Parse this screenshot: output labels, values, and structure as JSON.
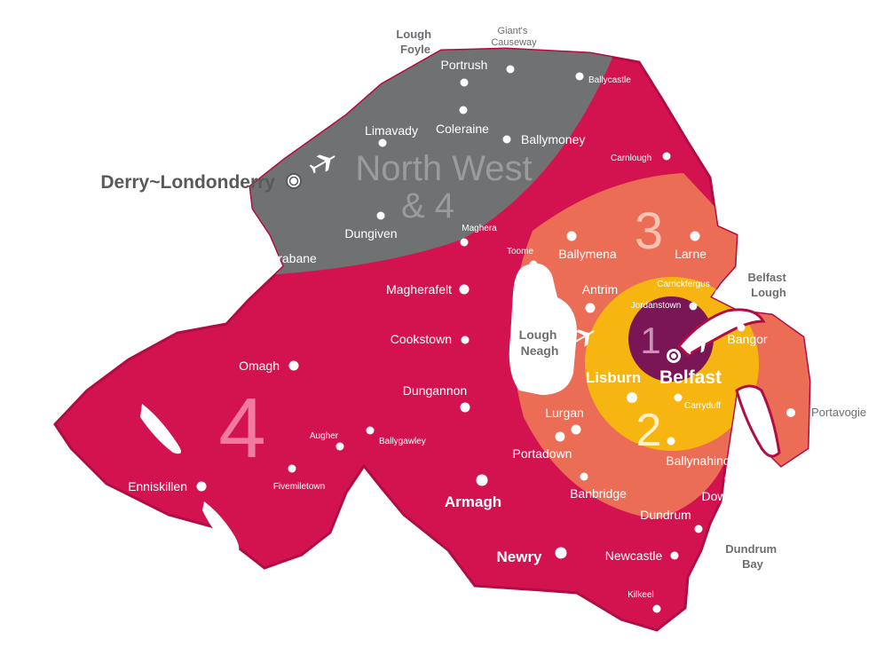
{
  "colors": {
    "zone4": "#d3134f",
    "zone4_edge": "#b10d42",
    "northwest": "#707173",
    "zone3": "#eb6d55",
    "zone2": "#f6b510",
    "zone1": "#7a1556",
    "lough": "#ffffff",
    "number_zone4": "#f07aa0",
    "number_zone3": "#f9c3b4",
    "number_zone2": "#fff1c7",
    "number_zone1": "#c893b6",
    "northwest_text": "#9a9b9d",
    "coast_label": "#6d6e71"
  },
  "zones": {
    "northwest": {
      "line1": "North West",
      "line2": "& 4"
    },
    "z1": "1",
    "z2": "2",
    "z3": "3",
    "z4": "4"
  },
  "water": {
    "lough_foyle": [
      "Lough",
      "Foyle"
    ],
    "giants_causeway": [
      "Giant's",
      "Causeway"
    ],
    "belfast_lough": [
      "Belfast",
      "Lough"
    ],
    "lough_neagh": [
      "Lough",
      "Neagh"
    ],
    "dundrum_bay": [
      "Dundrum",
      "Bay"
    ]
  },
  "places": {
    "derry": "Derry~Londonderry",
    "portrush": "Portrush",
    "ballycastle": "Ballycastle",
    "coleraine": "Coleraine",
    "limavady": "Limavady",
    "ballymoney": "Ballymoney",
    "carnlough": "Carnlough",
    "dungiven": "Dungiven",
    "maghera": "Maghera",
    "strabane": "Strabane",
    "toome": "Toome",
    "ballymena": "Ballymena",
    "larne": "Larne",
    "magherafelt": "Magherafelt",
    "antrim": "Antrim",
    "carrickfergus": "Carrickfergus",
    "jordanstown": "Jordanstown",
    "cookstown": "Cookstown",
    "bangor": "Bangor",
    "omagh": "Omagh",
    "lisburn": "Lisburn",
    "belfast": "Belfast",
    "dungannon": "Dungannon",
    "carryduff": "Carryduff",
    "portavogie": "Portavogie",
    "augher": "Augher",
    "ballygawley": "Ballygawley",
    "lurgan": "Lurgan",
    "portadown": "Portadown",
    "ballynahinch": "Ballynahinch",
    "fivemiletown": "Fivemiletown",
    "enniskillen": "Enniskillen",
    "banbridge": "Banbridge",
    "downpatrick": "Downpatrick",
    "armagh": "Armagh",
    "dundrum": "Dundrum",
    "newry": "Newry",
    "newcastle": "Newcastle",
    "kilkeel": "Kilkeel"
  },
  "icons": {
    "airport": "airplane-icon",
    "major_town": "ringed-dot-icon",
    "town": "dot-icon"
  }
}
